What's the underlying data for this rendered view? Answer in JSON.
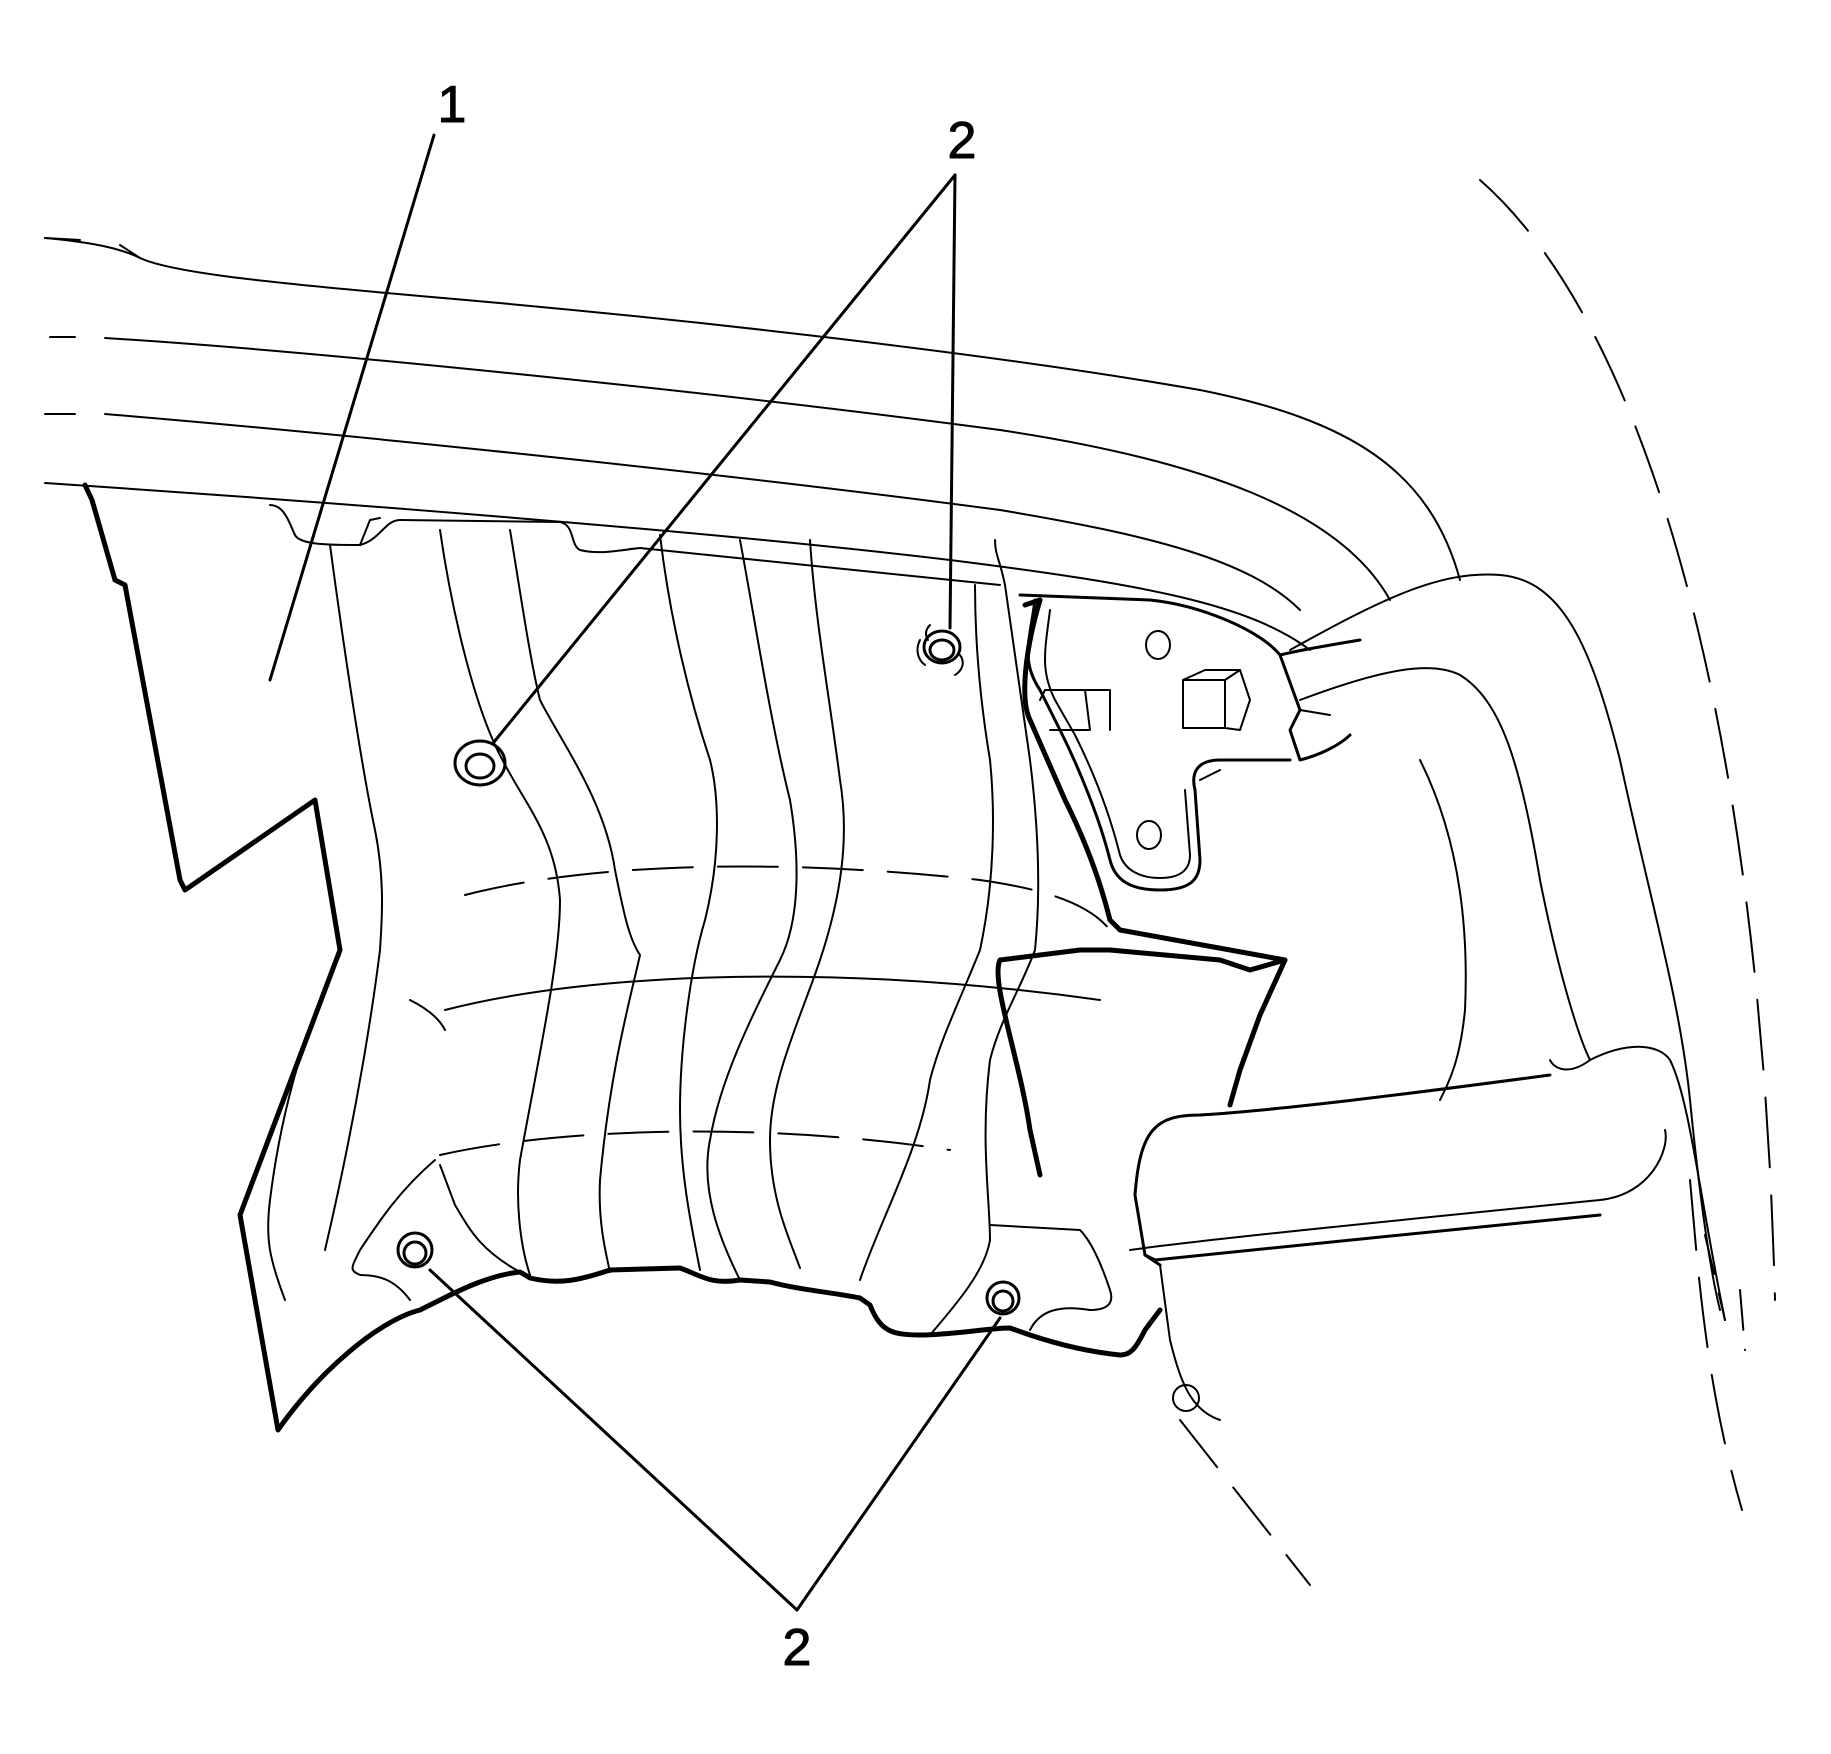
{
  "callouts": {
    "c1": {
      "label": "1"
    },
    "c2_top": {
      "label": "2"
    },
    "c2_bottom": {
      "label": "2"
    }
  },
  "colors": {
    "line": "#000000",
    "background": "#ffffff"
  }
}
